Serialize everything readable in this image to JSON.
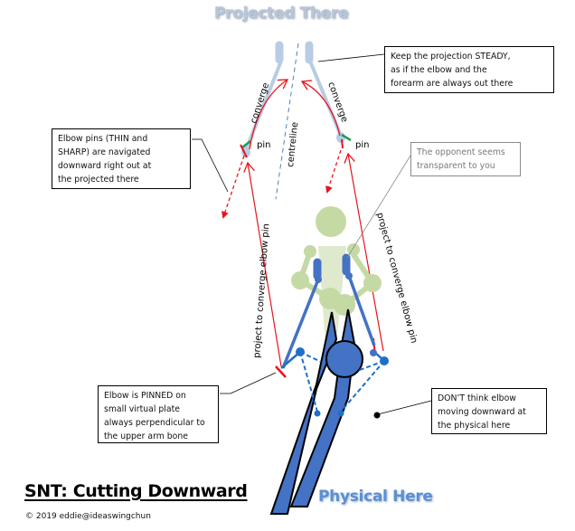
{
  "titles": {
    "projected_there": "Projected There",
    "physical_here": "Physical Here",
    "main_title": "SNT: Cutting Downward",
    "copyright": "© 2019 eddie@ideaswingchun"
  },
  "callouts": {
    "steady": "Keep the projection STEADY,\nas if the elbow and the\nforearm are always out there",
    "elbow_pins": "Elbow pins (THIN and\nSHARP) are navigated\ndownward right out at\nthe projected there",
    "transparent": "The opponent seems\ntransparent to you",
    "pinned": "Elbow is PINNED on\nsmall virtual plate\nalways perpendicular to\nthe upper arm bone",
    "dont_think": "DON’T think elbow\nmoving downward at\nthe physical here"
  },
  "labels": {
    "converge_left": "converge",
    "converge_right": "converge",
    "pin_left": "pin",
    "pin_right": "pin",
    "centreline": "centreline",
    "project_left": "project to converge  elbow pin",
    "project_right": "project to converge  elbow pin"
  },
  "colors": {
    "projected_arm": "#b8cce4",
    "physical_arm": "#4472c4",
    "opponent": "#c5d9a5",
    "arrow_red": "#e8141e",
    "pin_green": "#1f9d55",
    "centreline": "#4f81bd"
  }
}
